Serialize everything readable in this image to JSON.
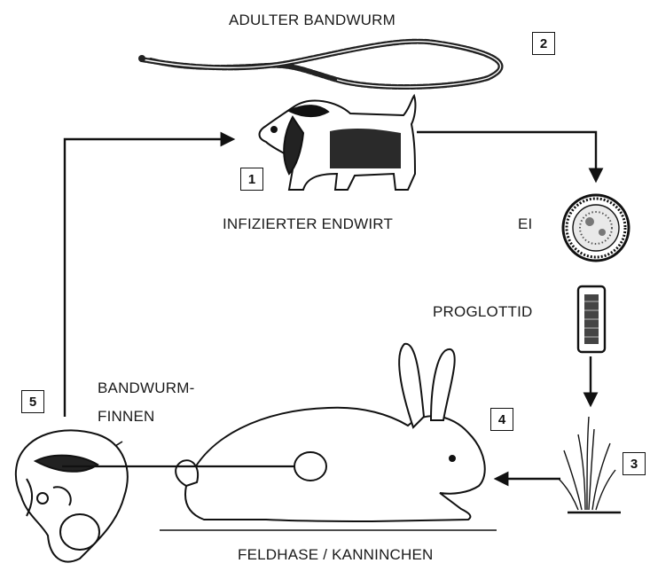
{
  "labels": {
    "adult_tapeworm": "ADULTER BANDWURM",
    "infected_host": "INFIZIERTER ENDWIRT",
    "egg": "EI",
    "proglottid": "PROGLOTTID",
    "cysts_line1": "BANDWURM-",
    "cysts_line2": "FINNEN",
    "intermediate_host": "FELDHASE / KANNINCHEN"
  },
  "steps": [
    "1",
    "2",
    "3",
    "4",
    "5"
  ],
  "colors": {
    "ink": "#111111",
    "background": "#ffffff"
  }
}
